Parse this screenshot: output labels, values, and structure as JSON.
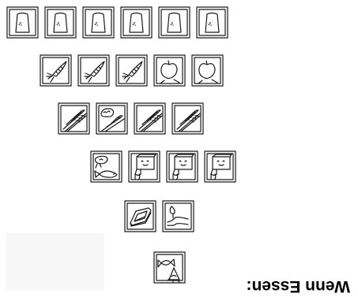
{
  "pyramid": {
    "rows": [
      {
        "name": "bread",
        "tiles": [
          "bread-icon",
          "bread-icon",
          "bread-icon",
          "bread-icon",
          "bread-icon",
          "bread-icon"
        ]
      },
      {
        "name": "vegetables-fruit",
        "tiles": [
          "carrot-icon",
          "carrot-icon",
          "carrot-icon",
          "apple-icon",
          "apple-icon"
        ]
      },
      {
        "name": "grains",
        "tiles": [
          "wheat-icon",
          "bean-wheat-icon",
          "wheat-icon",
          "wheat-icon"
        ]
      },
      {
        "name": "protein-dairy",
        "tiles": [
          "meat-fish-icon",
          "milk-carton-icon",
          "milk-carton-icon",
          "milk-carton-icon"
        ]
      },
      {
        "name": "fats",
        "tiles": [
          "butter-icon",
          "oil-drop-icon"
        ]
      },
      {
        "name": "sweets",
        "tiles": [
          "candy-icon"
        ]
      }
    ]
  },
  "caption": {
    "text": "Wenn Essen:"
  }
}
